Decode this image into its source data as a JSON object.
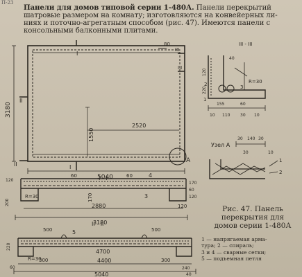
{
  "page": {
    "corner_mark": "П-23",
    "paragraph_lead": "Панели для домов типовой серии 1-480А.",
    "paragraph_lines": [
      "Панели перекрытий",
      "шатровые размером на комнату; изготовляются на конвейерных ли-",
      "ниях и поточно-агрегатным способом (рис. 47). Имеются панели с",
      "консольными балконными плитами."
    ]
  },
  "figure": {
    "caption_lines": [
      "Рис. 47. Панель",
      "перекрытия для",
      "домов серии 1-480А"
    ],
    "legend_lines": [
      "1 — напрягаемая арма-",
      "тура; 2 — спираль;",
      "3 и 4 — сварные сетки;",
      "5 — подъемная петля"
    ]
  },
  "plan_view": {
    "marks": {
      "I": "I",
      "II": "II",
      "III": "III",
      "detail": "A"
    },
    "dims": {
      "length": "5040",
      "height": "3180",
      "inner_h": "1550",
      "inner_w": "2520",
      "edge": "80"
    }
  },
  "section_1": {
    "title": "I - I",
    "labels": {
      "n4": "4",
      "n3": "3",
      "r": "R=30"
    },
    "dims": {
      "d60a": "60",
      "d60b": "60",
      "d120a": "120",
      "d170": "170",
      "d200a": "200",
      "d170b": "170",
      "d60r": "60",
      "d120r": "120",
      "d120b": "120",
      "d2880": "2880",
      "d3180": "3180"
    }
  },
  "section_2": {
    "title": "II - II",
    "labels": {
      "n5": "5",
      "r": "R=30"
    },
    "dims": {
      "d500a": "500",
      "d500b": "500",
      "d220": "220",
      "d60": "60",
      "d300a": "300",
      "d300b": "300",
      "d4700": "4700",
      "d4400": "4400",
      "d240": "240",
      "d5040": "5040",
      "d40": "40"
    }
  },
  "section_3": {
    "title": "III - III",
    "labels": {
      "n1": "1",
      "n2": "2",
      "n3": "3",
      "r": "R=30"
    },
    "dims": {
      "d40": "40",
      "d120": "120",
      "d220": "220",
      "d155": "155",
      "d60": "60",
      "d10a": "10",
      "d110": "110",
      "d30": "30",
      "d10b": "10"
    }
  },
  "detail_a": {
    "title": "Узел А",
    "labels": {
      "n1": "1",
      "n2": "2"
    },
    "dims": {
      "d30a": "30",
      "d140": "140",
      "d30b": "30",
      "d30c": "30",
      "d10": "10"
    }
  }
}
